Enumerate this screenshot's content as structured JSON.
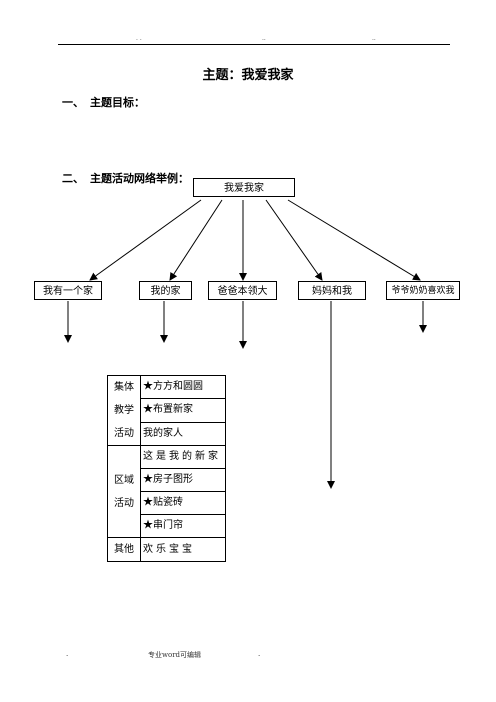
{
  "header": {
    "marks": [
      ". .",
      "..",
      ".."
    ]
  },
  "title": "主题：我爱我家",
  "sections": [
    {
      "num": "一、",
      "label": "主题目标："
    },
    {
      "num": "二、",
      "label": "主题活动网络举例："
    }
  ],
  "network": {
    "root": "我爱我家",
    "children": [
      "我有一个家",
      "我的家",
      "爸爸本领大",
      "妈妈和我",
      "爷爷奶奶喜欢我"
    ]
  },
  "table": {
    "groups": [
      {
        "category": "集体教学活动",
        "items": [
          "★方方和圆圆",
          "★布置新家",
          "我的家人"
        ]
      },
      {
        "category": "区域活动",
        "items": [
          "这是我的新家",
          "★房子图形",
          "★贴瓷砖",
          "★串门帘"
        ]
      },
      {
        "category": "其他",
        "items": [
          "欢乐宝宝"
        ]
      }
    ]
  },
  "footer": {
    "left": ".",
    "center": "专业word可编辑",
    "right": "."
  }
}
